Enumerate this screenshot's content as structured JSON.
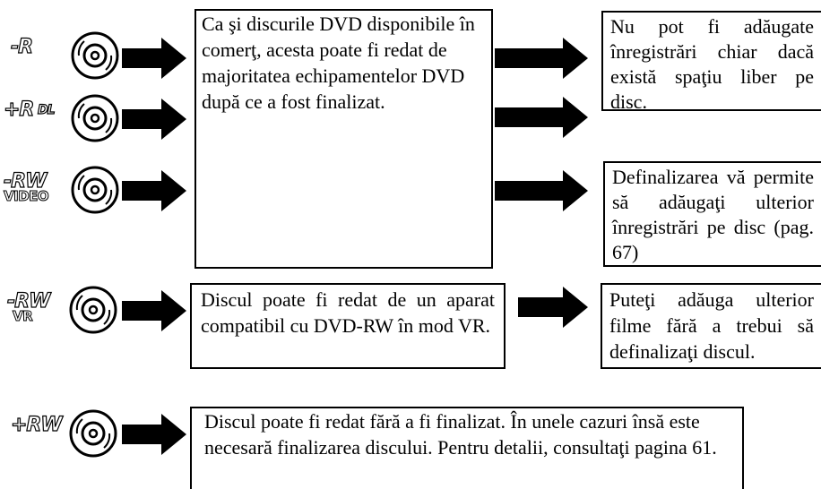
{
  "discs": [
    {
      "label": "-R",
      "sub": ""
    },
    {
      "label": "+R",
      "sub": "",
      "badge": "DL"
    },
    {
      "label": "-RW",
      "sub": "VIDEO"
    },
    {
      "label": "-RW",
      "sub": "VR"
    },
    {
      "label": "+RW",
      "sub": ""
    }
  ],
  "boxes": {
    "main_top": "Ca şi discurile DVD disponibile în comerţ, acesta poate fi redat de majoritatea echipamentelor DVD după ce a fost finalizat.",
    "right_top": "Nu pot fi adăugate înregistrări chiar dacă există spaţiu liber pe disc.",
    "right_mid": "Definalizarea vă permite să adăugaţi ulterior înregistrări pe disc (pag. 67)",
    "main_vr": "Discul poate fi redat de un aparat compatibil cu DVD-RW în mod VR.",
    "right_vr": "Puteţi adăuga ulterior filme fără a trebui să definalizaţi discul.",
    "bottom": "Discul poate fi redat fără a fi finalizat. În unele cazuri însă este necesară finalizarea discului. Pentru detalii, consultaţi pagina 61."
  }
}
